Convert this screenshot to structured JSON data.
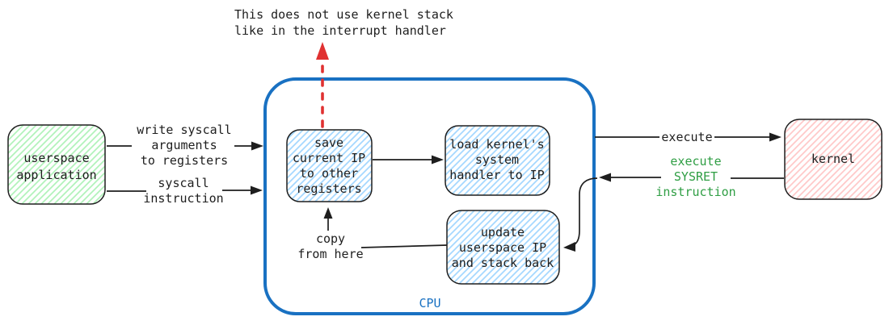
{
  "note": {
    "lines": [
      "This does not use kernel stack",
      "like in the interrupt handler"
    ]
  },
  "cpu": {
    "label": "CPU"
  },
  "nodes": {
    "userspace": {
      "lines": [
        "userspace",
        "application"
      ]
    },
    "kernel": {
      "label": "kernel"
    },
    "save_ip": {
      "lines": [
        "save",
        "current IP",
        "to other",
        "registers"
      ]
    },
    "load_handler": {
      "lines": [
        "load kernel's",
        "system",
        "handler to IP"
      ]
    },
    "update_back": {
      "lines": [
        "update",
        "userspace IP",
        "and stack back"
      ]
    }
  },
  "edges": {
    "write_args": {
      "lines": [
        "write syscall",
        "arguments",
        "to registers"
      ]
    },
    "syscall_instr": {
      "lines": [
        "syscall",
        "instruction"
      ]
    },
    "execute": {
      "label": "execute"
    },
    "sysret": {
      "lines": [
        "execute",
        "SYSRET",
        "instruction"
      ]
    },
    "copy_from": {
      "lines": [
        "copy",
        "from here"
      ]
    }
  },
  "colors": {
    "ink": "#1e1e1e",
    "cpu_blue": "#1971c2",
    "warning_red": "#e03131",
    "sysret_green": "#2f9e44",
    "hatch_green": "#b2f2bb",
    "hatch_blue": "#a5d8ff",
    "hatch_red": "#ffc9c9"
  }
}
